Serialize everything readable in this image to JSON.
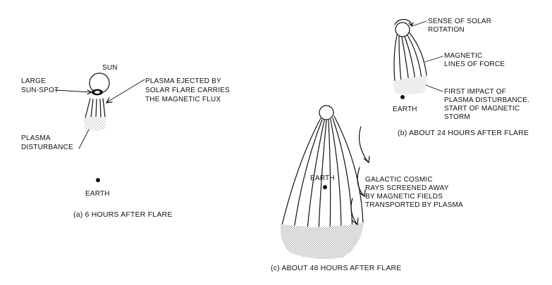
{
  "panel_a": {
    "sun": "SUN",
    "sunspot_line1": "LARGE",
    "sunspot_line2": "SUN-SPOT",
    "plasma_line1": "PLASMA EJECTED BY",
    "plasma_line2": "SOLAR FLARE CARRIES",
    "plasma_line3": "THE MAGNETIC FLUX",
    "disturbance_line1": "PLASMA",
    "disturbance_line2": "DISTURBANCE",
    "earth": "EARTH",
    "caption": "(a) 6 HOURS AFTER FLARE"
  },
  "panel_b": {
    "rotation_line1": "SENSE OF SOLAR",
    "rotation_line2": "ROTATION",
    "lines_line1": "MAGNETIC",
    "lines_line2": "LINES OF FORCE",
    "impact_line1": "FIRST IMPACT OF",
    "impact_line2": "PLASMA DISTURBANCE.",
    "impact_line3": "START OF MAGNETIC",
    "impact_line4": "STORM",
    "earth": "EARTH",
    "caption": "(b) ABOUT 24 HOURS AFTER FLARE"
  },
  "panel_c": {
    "earth": "EARTH",
    "cosmic_line1": "GALACTIC COSMIC",
    "cosmic_line2": "RAYS SCREENED AWAY",
    "cosmic_line3": "BY MAGNETIC FIELDS",
    "cosmic_line4": "TRANSPORTED BY PLASMA",
    "caption": "(c) ABOUT 48 HOURS AFTER FLARE"
  }
}
